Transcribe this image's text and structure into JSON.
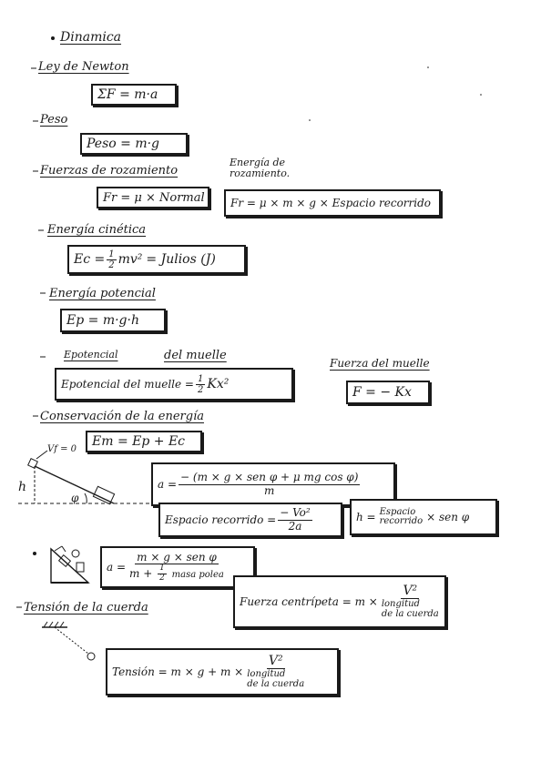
{
  "heading": "Dinamica",
  "newton": {
    "title": "Ley de Newton",
    "formula": "ΣF = m·a"
  },
  "peso": {
    "title": "Peso",
    "formula": "Peso = m·g"
  },
  "rozamiento": {
    "title": "Fuerzas de rozamiento",
    "formula": "Fr = μ × Normal",
    "energia_label_1": "Energía de",
    "energia_label_2": "rozamiento.",
    "energia_formula": "Fr = μ × m × g × Espacio recorrido"
  },
  "cinetica": {
    "title": "Energía cinética",
    "left": "Ec =",
    "frac_num": "1",
    "frac_den": "2",
    "mid": "mv²",
    "right": "= Julios (J)"
  },
  "potencial": {
    "title": "Energía potencial",
    "formula": "Ep = m·g·h"
  },
  "muelle": {
    "title_a": "Epotencial",
    "title_b": "del muelle",
    "formula_left": "Epotencial del muelle =",
    "frac_num": "1",
    "frac_den": "2",
    "formula_right": "Kx²",
    "fuerza_title": "Fuerza del muelle",
    "fuerza_formula": "F = − Kx"
  },
  "conservacion": {
    "title": "Conservación de la energía",
    "formula": "Em = Ep + Ec"
  },
  "plano": {
    "vf_label": "Vf = 0",
    "h_label": "h",
    "phi_label": "φ",
    "accel_left": "a =",
    "accel_num": "− (m × g × sen φ + μ mg cos φ)",
    "accel_den": "m",
    "espacio_left": "Espacio recorrido =",
    "espacio_num": "− Vo²",
    "espacio_den": "2a",
    "h_left": "h =",
    "h_col_1": "Espacio",
    "h_col_2": "recorrido",
    "h_right": "× sen φ"
  },
  "polea": {
    "accel_left": "a =",
    "accel_num": "m × g × sen φ",
    "accel_den_a": "m +",
    "accel_den_frac_num": "1",
    "accel_den_frac_den": "2",
    "accel_den_b": "masa polea"
  },
  "centripeta": {
    "left": "Fuerza centrípeta = m ×",
    "num": "V²",
    "den_1": "longitud",
    "den_2": "de la cuerda"
  },
  "tension": {
    "title": "Tensión de la cuerda",
    "left": "Tensión = m × g + m ×",
    "num": "V²",
    "den_1": "longitud",
    "den_2": "de la cuerda"
  }
}
